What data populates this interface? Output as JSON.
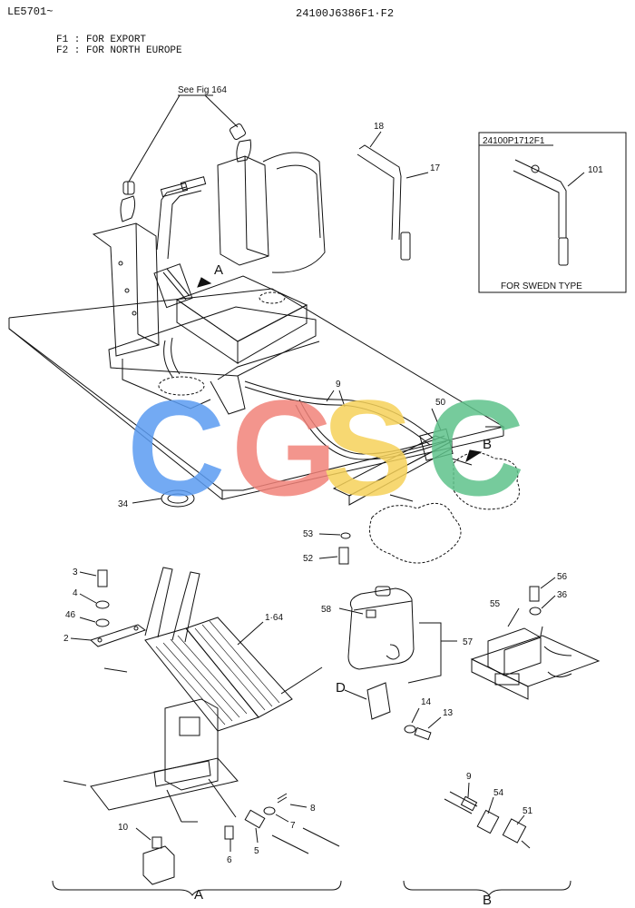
{
  "header": {
    "left_code": "LE5701~",
    "part_no": "24100J6386F1·F2"
  },
  "notes": [
    "F1 : FOR EXPORT",
    "F2 : FOR NORTH EUROPE"
  ],
  "see_ref": "See Fig 164",
  "inset": {
    "title": "24100P1712F1",
    "caption": "FOR SWEDN TYPE",
    "part": "101"
  },
  "watermark": {
    "letters": [
      "C",
      "G",
      "S",
      "C"
    ],
    "colors": [
      "#5b9cf2",
      "#f2837a",
      "#f6d25a",
      "#5fc38b"
    ]
  },
  "views": {
    "A": "A",
    "B": "B",
    "D": "D"
  },
  "parts": {
    "p18": "18",
    "p17": "17",
    "p9": "9",
    "p50": "50",
    "p34": "34",
    "p53": "53",
    "p52": "52",
    "p3": "3",
    "p4": "4",
    "p46": "46",
    "p2": "2",
    "p164": "1·64",
    "p10": "10",
    "p6": "6",
    "p5": "5",
    "p7": "7",
    "p8": "8",
    "p58": "58",
    "p57": "57",
    "p14": "14",
    "p13": "13",
    "p56": "56",
    "p36": "36",
    "p55": "55",
    "p9b": "9",
    "p54": "54",
    "p51": "51"
  }
}
